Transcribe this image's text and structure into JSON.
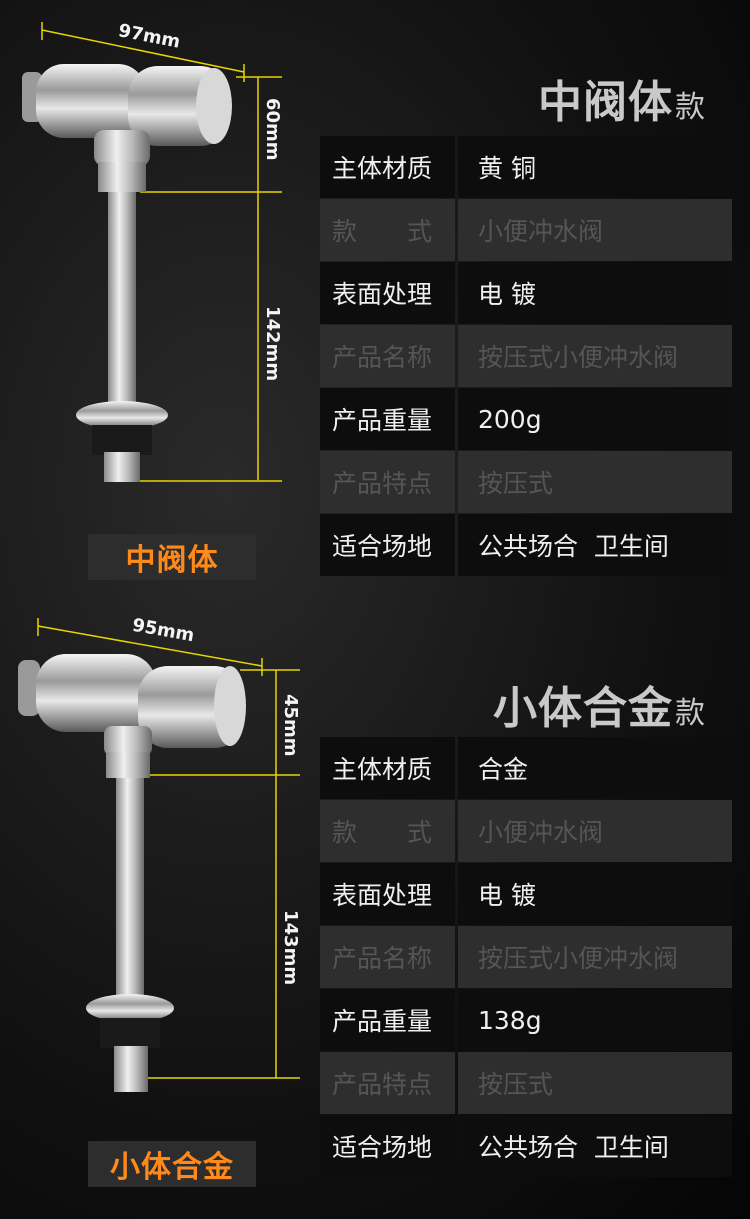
{
  "product1": {
    "title_main": "中阀体",
    "title_suffix": "款",
    "label": "中阀体",
    "dims": {
      "width": "97mm",
      "height_top": "60mm",
      "height_pipe": "142mm"
    },
    "specs": [
      {
        "key": "主体材质",
        "value": "黄 铜",
        "style": "dark"
      },
      {
        "key": "款　　式",
        "value": "小便冲水阀",
        "style": "light"
      },
      {
        "key": "表面处理",
        "value": "电 镀",
        "style": "dark"
      },
      {
        "key": "产品名称",
        "value": "按压式小便冲水阀",
        "style": "light"
      },
      {
        "key": "产品重量",
        "value": "200g",
        "style": "dark"
      },
      {
        "key": "产品特点",
        "value": "按压式",
        "style": "light"
      },
      {
        "key": "适合场地",
        "value": "公共场合  卫生间",
        "style": "dark"
      }
    ]
  },
  "product2": {
    "title_main": "小体合金",
    "title_suffix": "款",
    "label": "小体合金",
    "dims": {
      "width": "95mm",
      "height_top": "45mm",
      "height_pipe": "143mm"
    },
    "specs": [
      {
        "key": "主体材质",
        "value": "合金",
        "style": "dark"
      },
      {
        "key": "款　　式",
        "value": "小便冲水阀",
        "style": "light"
      },
      {
        "key": "表面处理",
        "value": "电 镀",
        "style": "dark"
      },
      {
        "key": "产品名称",
        "value": "按压式小便冲水阀",
        "style": "light"
      },
      {
        "key": "产品重量",
        "value": "138g",
        "style": "dark"
      },
      {
        "key": "产品特点",
        "value": "按压式",
        "style": "light"
      },
      {
        "key": "适合场地",
        "value": "公共场合  卫生间",
        "style": "dark"
      }
    ]
  },
  "colors": {
    "accent": "#ff8a1c",
    "dimension_line": "#e8d400"
  }
}
